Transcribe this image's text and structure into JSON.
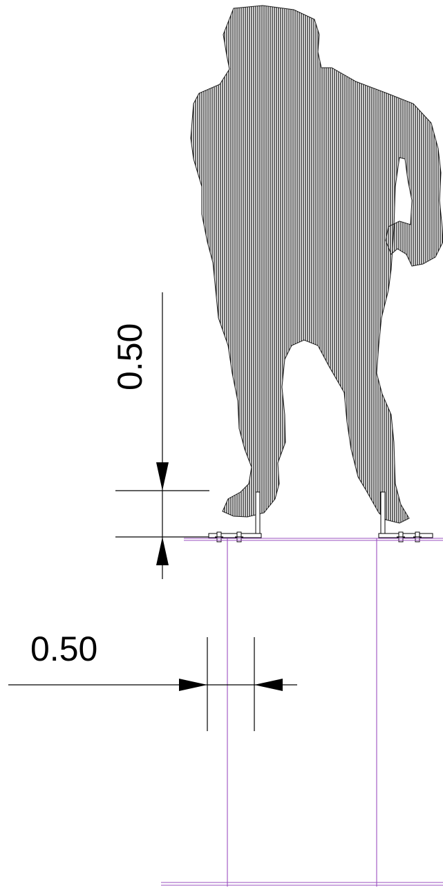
{
  "drawing": {
    "vertical_dimension": {
      "label": "0.50"
    },
    "horizontal_dimension": {
      "label": "0.50"
    },
    "figure": {
      "name": "standing-figure-silhouette",
      "fill": "hatched"
    },
    "colors": {
      "figure_hatch": "#1a1a1a",
      "dimension": "#000000",
      "reference_lines": "#9a4fbf",
      "background": "#ffffff"
    }
  }
}
